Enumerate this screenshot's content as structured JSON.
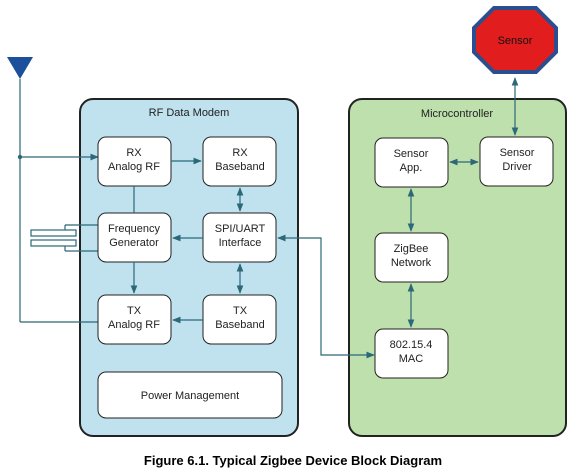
{
  "caption": "Figure 6.1.  Typical Zigbee Device Block Diagram",
  "colors": {
    "rf_panel": "#bfe2ee",
    "mcu_panel": "#bde0ad",
    "connector": "#2c6878",
    "sensor": "#e21d1d",
    "antenna": "#1c4f9c"
  },
  "sensor": {
    "label": "Sensor"
  },
  "rf_modem": {
    "title": "RF Data Modem",
    "rx_analog": [
      "RX",
      "Analog RF"
    ],
    "rx_baseband": [
      "RX",
      "Baseband"
    ],
    "freq_gen": [
      "Frequency",
      "Generator"
    ],
    "spi_uart": [
      "SPI/UART",
      "Interface"
    ],
    "tx_analog": [
      "TX",
      "Analog RF"
    ],
    "tx_baseband": [
      "TX",
      "Baseband"
    ],
    "power": "Power Management"
  },
  "microcontroller": {
    "title": "Microcontroller",
    "sensor_app": [
      "Sensor",
      "App."
    ],
    "sensor_driver": [
      "Sensor",
      "Driver"
    ],
    "zigbee_network": [
      "ZigBee",
      "Network"
    ],
    "mac": [
      "802.15.4",
      "MAC"
    ]
  }
}
